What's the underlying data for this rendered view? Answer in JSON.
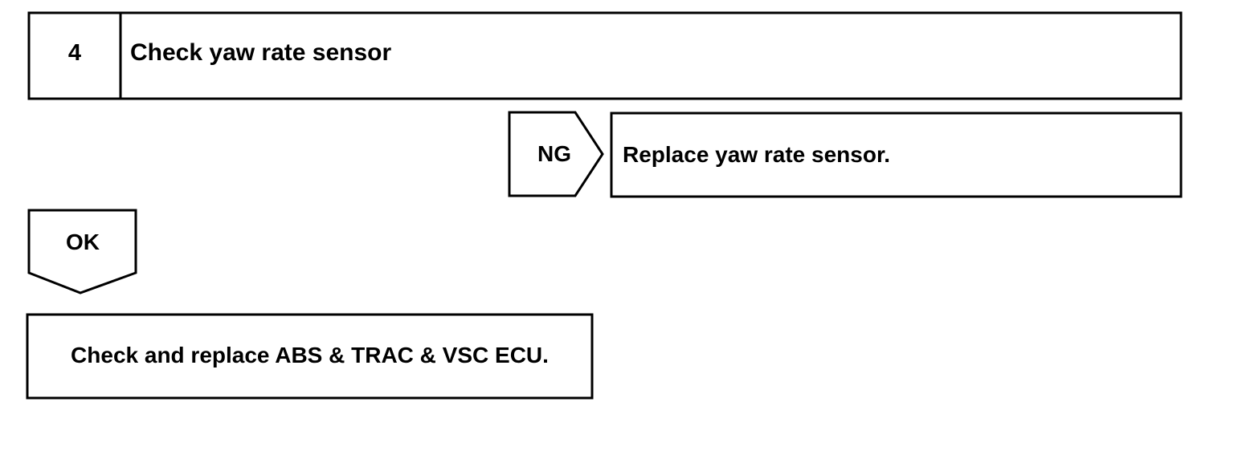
{
  "step": {
    "number": "4",
    "title": "Check yaw rate sensor"
  },
  "ng_branch": {
    "label": "NG",
    "action": "Replace yaw rate sensor."
  },
  "ok_branch": {
    "label": "OK",
    "action": "Check and replace ABS & TRAC & VSC ECU."
  },
  "colors": {
    "stroke": "#000000",
    "background": "#ffffff"
  }
}
